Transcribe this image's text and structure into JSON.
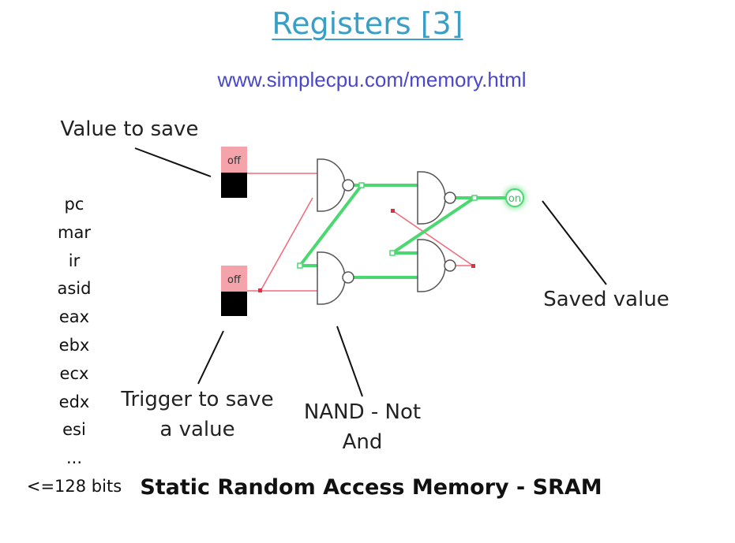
{
  "header": {
    "title": "Registers [3]",
    "url": "www.simplecpu.com/memory.html"
  },
  "annotations": {
    "value_to_save": "Value to save",
    "trigger_line1": "Trigger to save",
    "trigger_line2": "a value",
    "nand_line1": "NAND - Not",
    "nand_line2": "And",
    "saved_value": "Saved value"
  },
  "registers": [
    "pc",
    "mar",
    "ir",
    "asid",
    "eax",
    "ebx",
    "ecx",
    "edx",
    "esi",
    "...",
    "<=128 bits"
  ],
  "circuit": {
    "input_switch": {
      "label": "off",
      "state": "off"
    },
    "trigger_switch": {
      "label": "off",
      "state": "off"
    },
    "output": {
      "label": "on",
      "state": "on"
    },
    "colors": {
      "wire_off": "#f06a7a",
      "wire_on": "#4cd870",
      "switch_top": "#f5a3ab",
      "switch_bottom": "#000000",
      "gate_stroke": "#555555"
    }
  },
  "footer": {
    "caption": "Static Random Access Memory - SRAM"
  }
}
